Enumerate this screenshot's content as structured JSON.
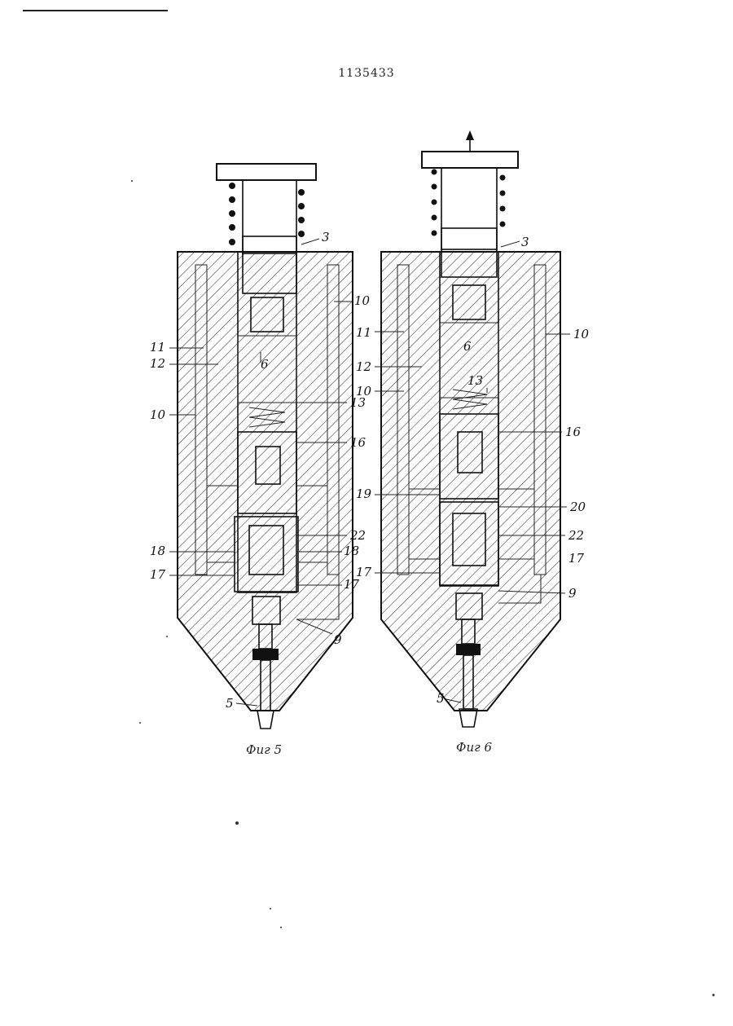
{
  "patent_number": "1135433",
  "figures": [
    {
      "id": "fig5",
      "caption": "Фиг 5",
      "labels": {
        "3": "3",
        "10a": "10",
        "11": "11",
        "12": "12",
        "6": "6",
        "13": "13",
        "10b": "10",
        "16": "16",
        "22": "22",
        "18a": "18",
        "18b": "18",
        "17a": "17",
        "17b": "17",
        "9": "9",
        "5": "5"
      }
    },
    {
      "id": "fig6",
      "caption": "Фиг 6",
      "labels": {
        "3": "3",
        "10a": "10",
        "11": "11",
        "12": "12",
        "6": "6",
        "10b": "10",
        "13": "13",
        "16": "16",
        "19": "19",
        "20": "20",
        "22": "22",
        "17a": "17",
        "17b": "17",
        "9": "9",
        "5": "5"
      }
    }
  ],
  "colors": {
    "ink": "#111111",
    "paper": "#ffffff"
  }
}
